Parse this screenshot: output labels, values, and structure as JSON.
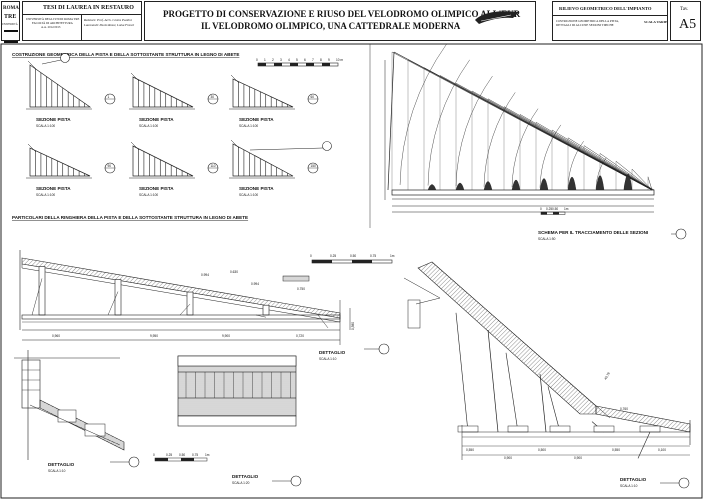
{
  "header": {
    "logo_lines": [
      "ROMA",
      "TRE",
      "UNIVERSITÀ"
    ],
    "thesis_title": "TESI DI LAUREA IN RESTAURO",
    "university_lines": [
      "UNIVERSITÀ DEGLI STUDI ROMA TRE",
      "FACOLTÀ DI ARCHITETTURA",
      "A.A. 2012/2013"
    ],
    "credits_lines": [
      "Relatore: Prof. Arch. Cesira Paolini",
      "Laureandi: Paolo Rossi, Luisa Franci"
    ],
    "main_title_lines": [
      "PROGETTO DI CONSERVAZIONE E RIUSO DEL VELODROMO OLIMPICO ALL'EUR",
      "IL VELODROMO OLIMPICO, UNA CATTEDRALE MODERNA"
    ],
    "drawing_type": "RILIEVO GEOMETRICO DELL'IMPIANTO",
    "drawing_subtitle_lines": [
      "COSTRUZIONE GEOMETRICA DELLA PISTA,",
      "DETTAGLI DI ALCUNE SEZIONI TIPICHE"
    ],
    "scale_label": "SCALA VARIE",
    "table_label": "Tav.",
    "table_number": "A5"
  },
  "sections": {
    "construction_title": "COSTRUZIONE GEOMETRICA DELLA PISTA E DELLA SOTTOSTANTE STRUTTURA IN LEGNO DI ABETE",
    "details_title": "PARTICOLARI DELLA RINGHIERA DELLA PISTA E DELLA SOTTOSTANTE STRUTTURA IN LEGNO DI ABETE"
  },
  "mini_sections": [
    {
      "label": "SEZIONE PISTA",
      "scale": "SCALA 1:100",
      "tag": "1"
    },
    {
      "label": "SEZIONE PISTA",
      "scale": "SCALA 1:100",
      "tag": "30"
    },
    {
      "label": "SEZIONE PISTA",
      "scale": "SCALA 1:100",
      "tag": "60"
    },
    {
      "label": "SEZIONE PISTA",
      "scale": "SCALA 1:100",
      "tag": "90"
    },
    {
      "label": "SEZIONE PISTA",
      "scale": "SCALA 1:100",
      "tag": "110"
    },
    {
      "label": "SEZIONE PISTA",
      "scale": "SCALA 1:100",
      "tag": "150"
    }
  ],
  "scale_bar_top": {
    "ticks": [
      "0",
      "1",
      "2",
      "3",
      "4",
      "5",
      "6",
      "7",
      "8",
      "9",
      "10 m"
    ]
  },
  "scheme": {
    "label": "SCHEMA PER IL TRACCIAMENTO DELLE SEZIONI",
    "scale": "SCALA 1:50",
    "bar_ticks": [
      "0",
      "0.25",
      "0.50",
      "1m"
    ]
  },
  "rail_detail": {
    "label": "DETTAGLIO",
    "scale": "SCALA 1:10",
    "dims": [
      "0.994",
      "0.630",
      "0.994",
      "0.750"
    ],
    "bottom_dims": [
      "0,960",
      "9,950",
      "9,900",
      "0,720"
    ],
    "side_dim": "0,380",
    "bar_ticks": [
      "0",
      "0.25",
      "0.50",
      "0.75",
      "1m"
    ]
  },
  "detail_left": {
    "label": "DETTAGLIO",
    "scale": "SCALA 1:10"
  },
  "detail_mid": {
    "label": "DETTAGLIO",
    "scale": "SCALA 1:20",
    "bar_ticks": [
      "0",
      "0.25",
      "0.50",
      "0.75",
      "1m"
    ]
  },
  "detail_right": {
    "label": "DETTAGLIO",
    "scale": "SCALA 1:10",
    "dims": [
      "0,550",
      "0,900",
      "0,500",
      "0,900",
      "0,550",
      "0,100",
      "0,760",
      "40,78"
    ]
  }
}
